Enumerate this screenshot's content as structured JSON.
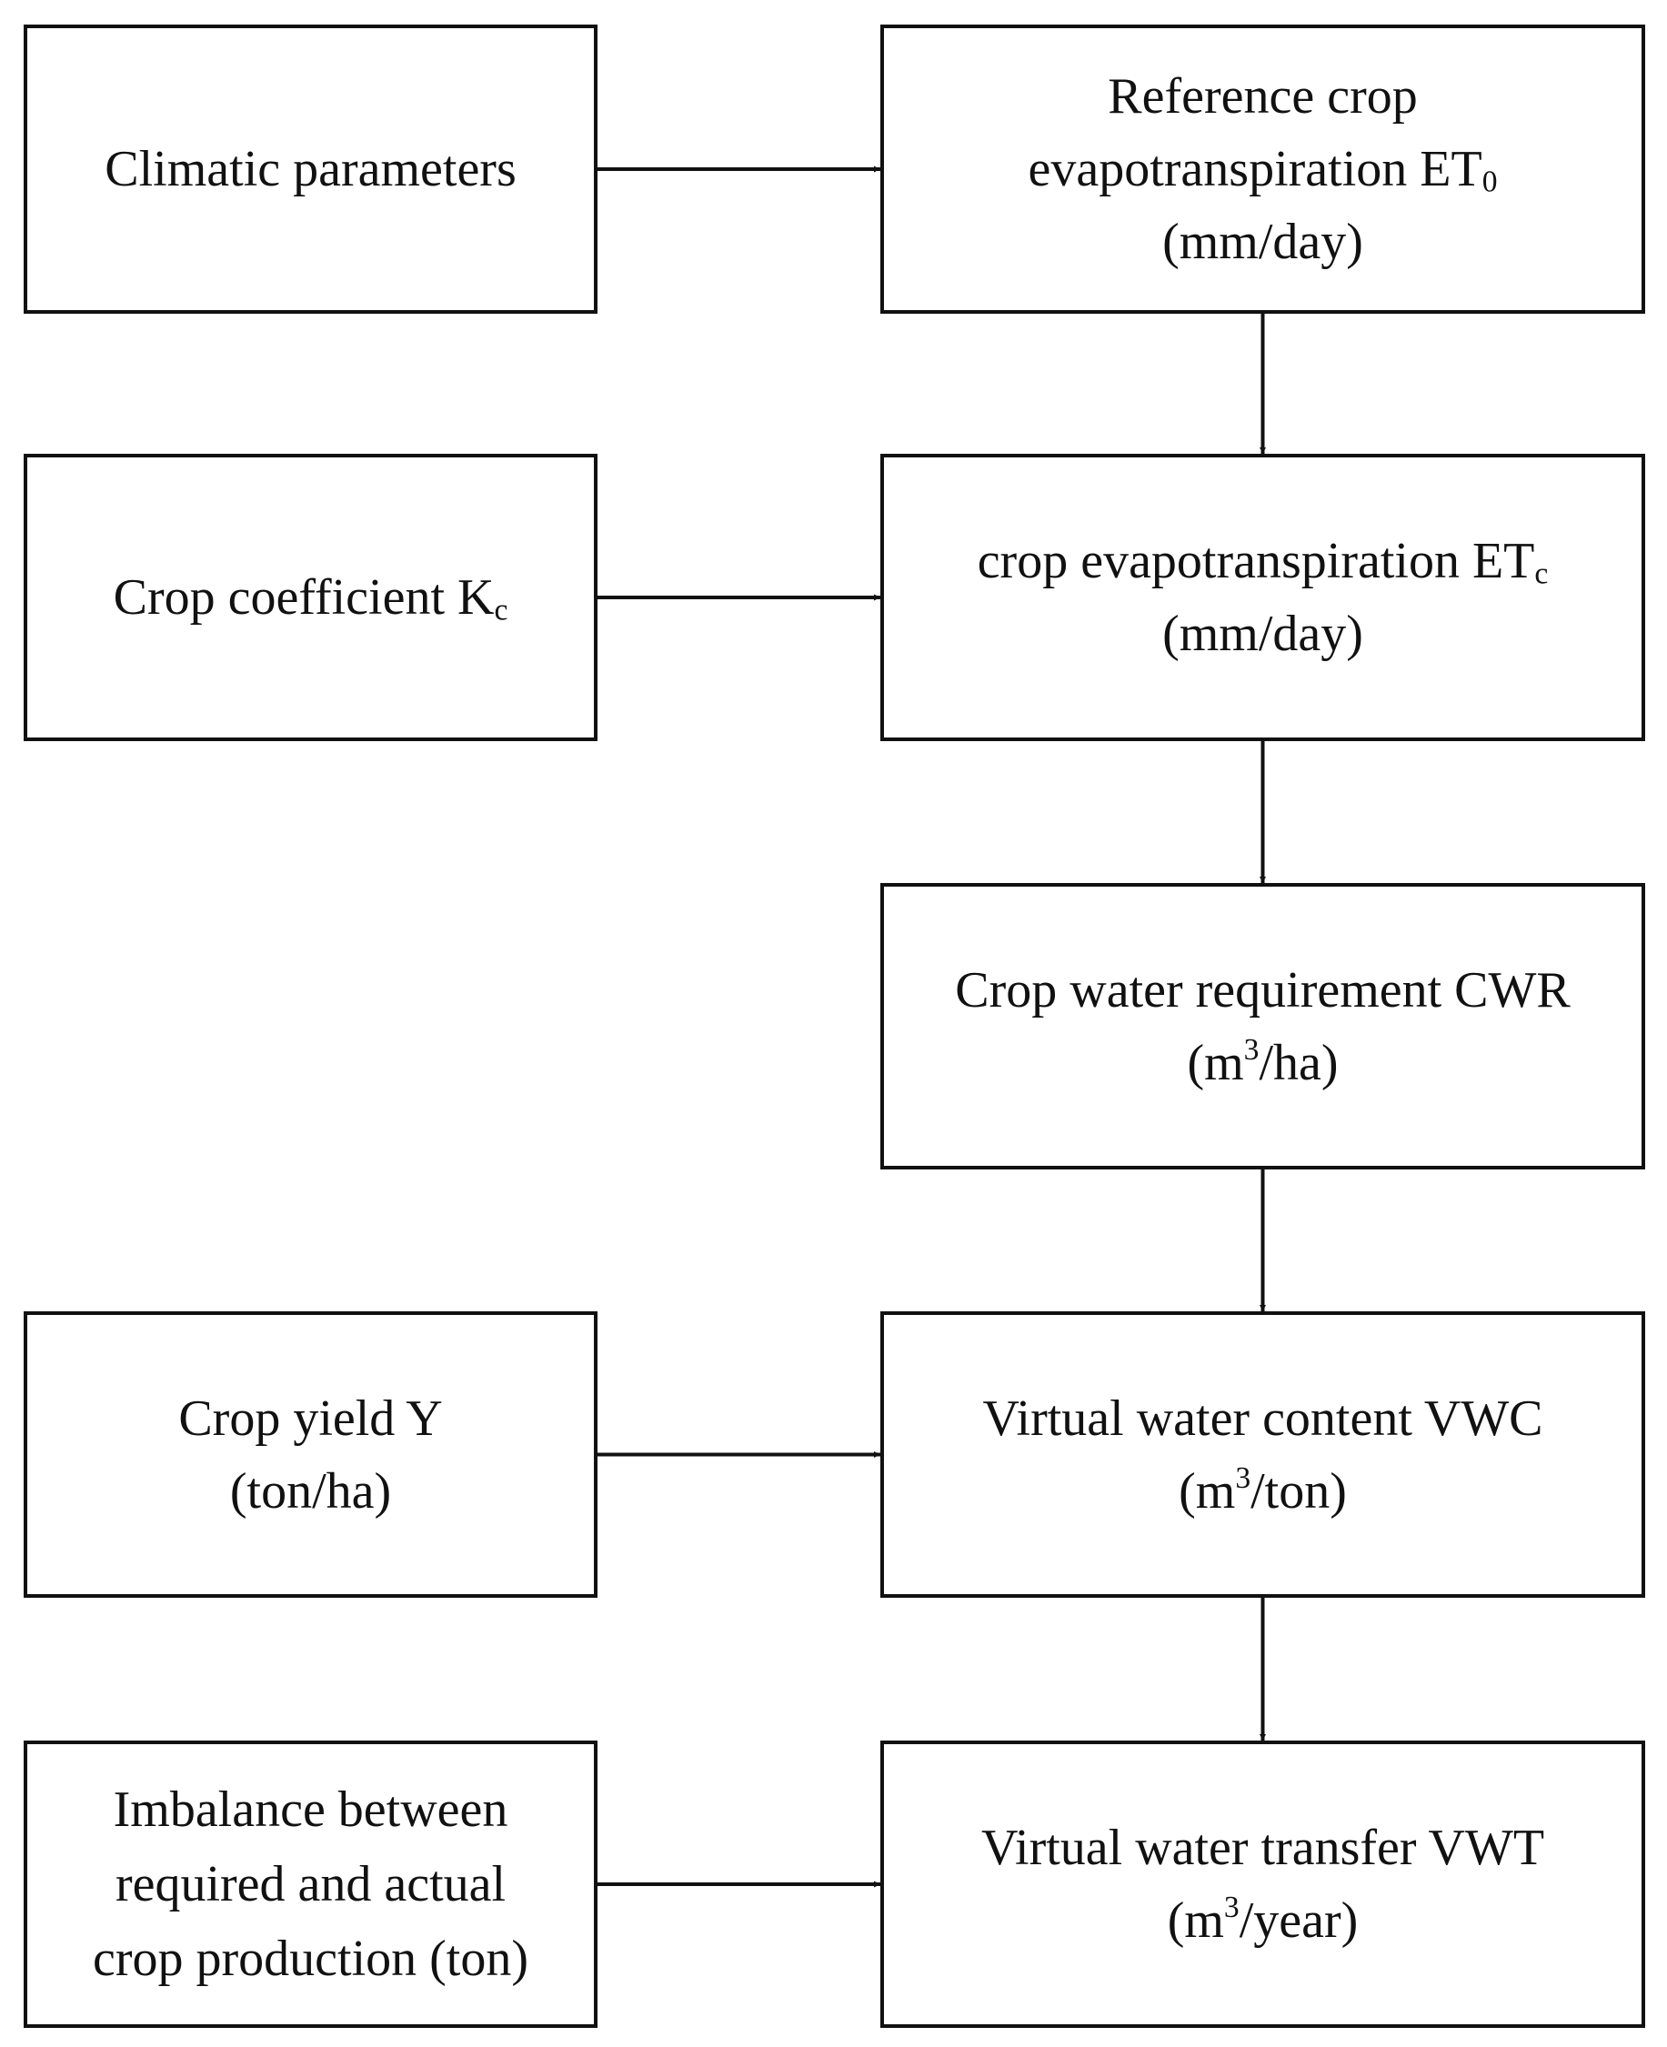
{
  "diagram": {
    "nodes": {
      "climatic": {
        "lines": [
          "Climatic parameters"
        ]
      },
      "kc": {
        "main": "Crop coefficient K",
        "sub": "c"
      },
      "yield": {
        "lines": [
          "Crop yield Y",
          "(ton/ha)"
        ]
      },
      "imbalance": {
        "lines": [
          "Imbalance between",
          "required and actual",
          "crop production (ton)"
        ]
      },
      "et0": {
        "line1": "Reference crop",
        "line2_main": "evapotranspiration ET",
        "line2_sub": "0",
        "line3": "(mm/day)"
      },
      "etc": {
        "line1_main": "crop evapotranspiration ET",
        "line1_sub": "c",
        "line2": "(mm/day)"
      },
      "cwr": {
        "line1": "Crop water requirement CWR",
        "line2_pre": "(m",
        "line2_sup": "3",
        "line2_post": "/ha)"
      },
      "vwc": {
        "line1": "Virtual water content VWC",
        "line2_pre": "(m",
        "line2_sup": "3",
        "line2_post": "/ton)"
      },
      "vwt": {
        "line1": "Virtual water transfer VWT",
        "line2_pre": "(m",
        "line2_sup": "3",
        "line2_post": "/year)"
      }
    },
    "edges": [
      {
        "from": "climatic",
        "to": "et0"
      },
      {
        "from": "et0",
        "to": "etc"
      },
      {
        "from": "kc",
        "to": "etc"
      },
      {
        "from": "etc",
        "to": "cwr"
      },
      {
        "from": "cwr",
        "to": "vwc"
      },
      {
        "from": "yield",
        "to": "vwc"
      },
      {
        "from": "vwc",
        "to": "vwt"
      },
      {
        "from": "imbalance",
        "to": "vwt"
      }
    ]
  }
}
